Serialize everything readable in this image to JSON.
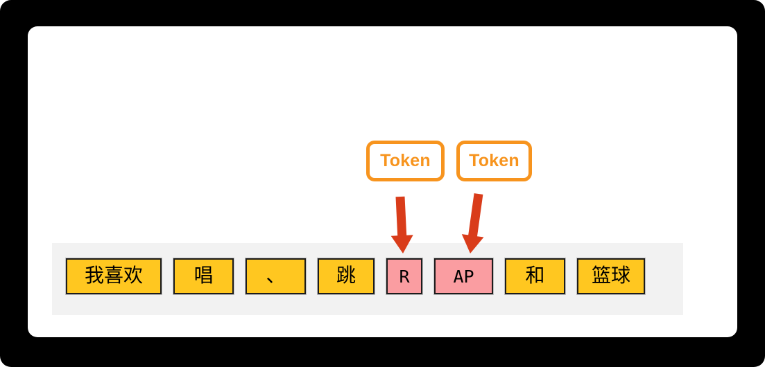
{
  "diagram": {
    "description": "tokenization-example",
    "token_labels": [
      {
        "label": "Token",
        "points_to": "R"
      },
      {
        "label": "Token",
        "points_to": "AP"
      }
    ],
    "sentence_segments": [
      {
        "label": "我喜欢",
        "highlighted": false,
        "width": 138
      },
      {
        "label": "唱",
        "highlighted": false,
        "width": 87
      },
      {
        "label": "、",
        "highlighted": false,
        "width": 87
      },
      {
        "label": "跳",
        "highlighted": false,
        "width": 82
      },
      {
        "label": "R",
        "highlighted": true,
        "width": 52
      },
      {
        "label": "AP",
        "highlighted": true,
        "width": 85
      },
      {
        "label": "和",
        "highlighted": false,
        "width": 87
      },
      {
        "label": "篮球",
        "highlighted": false,
        "width": 98
      }
    ],
    "colors": {
      "background": "#000000",
      "card": "#ffffff",
      "strip": "#f2f2f2",
      "token_border": "#f7941e",
      "token_text": "#f7941e",
      "arrow": "#d93c1a",
      "segment_fill": "#ffc720",
      "segment_highlight_fill": "#fa9da1",
      "segment_border": "#1c1c1c",
      "segment_text": "#000000"
    }
  }
}
